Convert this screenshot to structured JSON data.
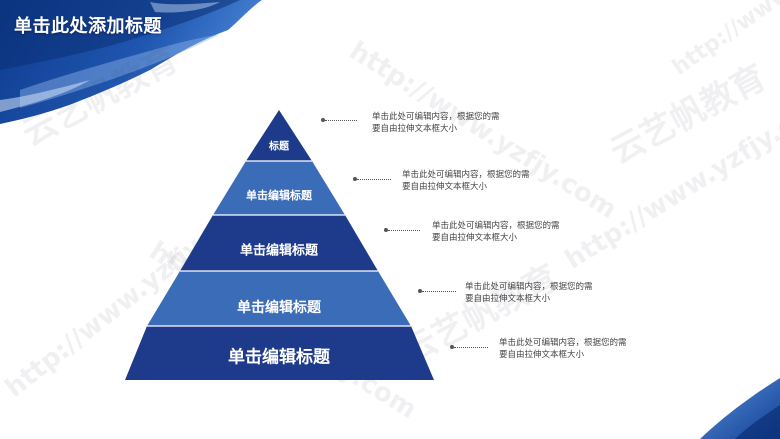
{
  "header": {
    "title": "单击此处添加标题"
  },
  "colors": {
    "dark_blue": "#1e3a8a",
    "mid_blue": "#3b6cb8",
    "brush_blue": "#1f4fa3"
  },
  "pyramid": {
    "tiers": [
      {
        "label": "标题",
        "color": "#1e3a8a"
      },
      {
        "label": "单击编辑标题",
        "color": "#3b6cb8"
      },
      {
        "label": "单击编辑标题",
        "color": "#1e3a8a"
      },
      {
        "label": "单击编辑标题",
        "color": "#3b6cb8"
      },
      {
        "label": "单击编辑标题",
        "color": "#1e3a8a"
      }
    ]
  },
  "notes": [
    {
      "line1": "单击此处可编辑内容，根据您的需",
      "line2": "要自由拉伸文本框大小"
    },
    {
      "line1": "单击此处可编辑内容，根据您的需",
      "line2": "要自由拉伸文本框大小"
    },
    {
      "line1": "单击此处可编辑内容，根据您的需",
      "line2": "要自由拉伸文本框大小"
    },
    {
      "line1": "单击此处可编辑内容，根据您的需",
      "line2": "要自由拉伸文本框大小"
    },
    {
      "line1": "单击此处可编辑内容，根据您的需",
      "line2": "要自由拉伸文本框大小"
    }
  ],
  "watermarks": [
    "云艺帆教育",
    "http://www.yzfjy.com"
  ]
}
